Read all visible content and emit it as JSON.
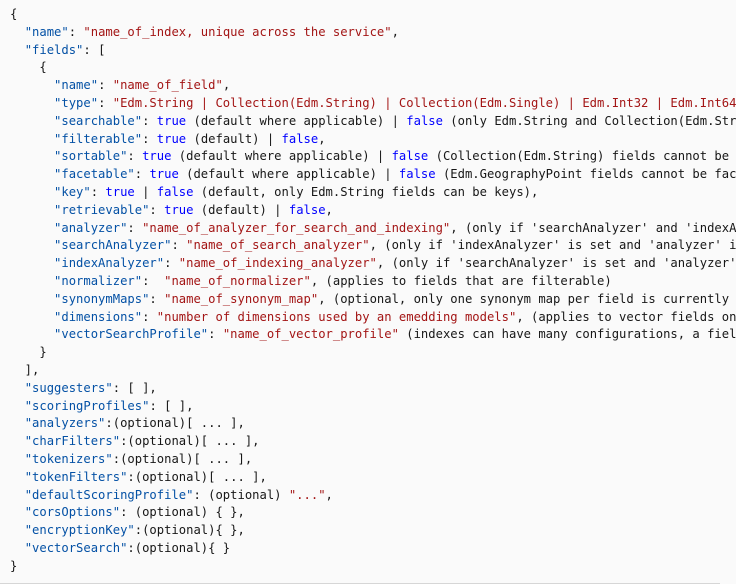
{
  "code": {
    "language": "json",
    "colors": {
      "key": "#0451a5",
      "string": "#a31515",
      "keyword": "#0000ff",
      "plain": "#171717",
      "background": "#fafafa"
    },
    "lines": [
      [
        {
          "t": "p",
          "v": "{"
        }
      ],
      [
        {
          "t": "p",
          "v": "  "
        },
        {
          "t": "k",
          "v": "\"name\""
        },
        {
          "t": "p",
          "v": ": "
        },
        {
          "t": "s",
          "v": "\"name_of_index, unique across the service\""
        },
        {
          "t": "p",
          "v": ","
        }
      ],
      [
        {
          "t": "p",
          "v": "  "
        },
        {
          "t": "k",
          "v": "\"fields\""
        },
        {
          "t": "p",
          "v": ": ["
        }
      ],
      [
        {
          "t": "p",
          "v": "    {"
        }
      ],
      [
        {
          "t": "p",
          "v": "      "
        },
        {
          "t": "k",
          "v": "\"name\""
        },
        {
          "t": "p",
          "v": ": "
        },
        {
          "t": "s",
          "v": "\"name_of_field\""
        },
        {
          "t": "p",
          "v": ","
        }
      ],
      [
        {
          "t": "p",
          "v": "      "
        },
        {
          "t": "k",
          "v": "\"type\""
        },
        {
          "t": "p",
          "v": ": "
        },
        {
          "t": "s",
          "v": "\"Edm.String | Collection(Edm.String) | Collection(Edm.Single) | Edm.Int32 | Edm.Int64"
        }
      ],
      [
        {
          "t": "p",
          "v": "      "
        },
        {
          "t": "k",
          "v": "\"searchable\""
        },
        {
          "t": "p",
          "v": ": "
        },
        {
          "t": "b",
          "v": "true"
        },
        {
          "t": "p",
          "v": " (default where applicable) | "
        },
        {
          "t": "b",
          "v": "false"
        },
        {
          "t": "p",
          "v": " (only Edm.String and Collection(Edm.Str"
        }
      ],
      [
        {
          "t": "p",
          "v": "      "
        },
        {
          "t": "k",
          "v": "\"filterable\""
        },
        {
          "t": "p",
          "v": ": "
        },
        {
          "t": "b",
          "v": "true"
        },
        {
          "t": "p",
          "v": " (default) | "
        },
        {
          "t": "b",
          "v": "false"
        },
        {
          "t": "p",
          "v": ","
        }
      ],
      [
        {
          "t": "p",
          "v": "      "
        },
        {
          "t": "k",
          "v": "\"sortable\""
        },
        {
          "t": "p",
          "v": ": "
        },
        {
          "t": "b",
          "v": "true"
        },
        {
          "t": "p",
          "v": " (default where applicable) | "
        },
        {
          "t": "b",
          "v": "false"
        },
        {
          "t": "p",
          "v": " (Collection(Edm.String) fields cannot be"
        }
      ],
      [
        {
          "t": "p",
          "v": "      "
        },
        {
          "t": "k",
          "v": "\"facetable\""
        },
        {
          "t": "p",
          "v": ": "
        },
        {
          "t": "b",
          "v": "true"
        },
        {
          "t": "p",
          "v": " (default where applicable) | "
        },
        {
          "t": "b",
          "v": "false"
        },
        {
          "t": "p",
          "v": " (Edm.GeographyPoint fields cannot be fac"
        }
      ],
      [
        {
          "t": "p",
          "v": "      "
        },
        {
          "t": "k",
          "v": "\"key\""
        },
        {
          "t": "p",
          "v": ": "
        },
        {
          "t": "b",
          "v": "true"
        },
        {
          "t": "p",
          "v": " | "
        },
        {
          "t": "b",
          "v": "false"
        },
        {
          "t": "p",
          "v": " (default, only Edm.String fields can be keys),"
        }
      ],
      [
        {
          "t": "p",
          "v": "      "
        },
        {
          "t": "k",
          "v": "\"retrievable\""
        },
        {
          "t": "p",
          "v": ": "
        },
        {
          "t": "b",
          "v": "true"
        },
        {
          "t": "p",
          "v": " (default) | "
        },
        {
          "t": "b",
          "v": "false"
        },
        {
          "t": "p",
          "v": ","
        }
      ],
      [
        {
          "t": "p",
          "v": "      "
        },
        {
          "t": "k",
          "v": "\"analyzer\""
        },
        {
          "t": "p",
          "v": ": "
        },
        {
          "t": "s",
          "v": "\"name_of_analyzer_for_search_and_indexing\""
        },
        {
          "t": "p",
          "v": ", (only if 'searchAnalyzer' and 'indexA"
        }
      ],
      [
        {
          "t": "p",
          "v": "      "
        },
        {
          "t": "k",
          "v": "\"searchAnalyzer\""
        },
        {
          "t": "p",
          "v": ": "
        },
        {
          "t": "s",
          "v": "\"name_of_search_analyzer\""
        },
        {
          "t": "p",
          "v": ", (only if 'indexAnalyzer' is set and 'analyzer' i"
        }
      ],
      [
        {
          "t": "p",
          "v": "      "
        },
        {
          "t": "k",
          "v": "\"indexAnalyzer\""
        },
        {
          "t": "p",
          "v": ": "
        },
        {
          "t": "s",
          "v": "\"name_of_indexing_analyzer\""
        },
        {
          "t": "p",
          "v": ", (only if 'searchAnalyzer' is set and 'analyzer'"
        }
      ],
      [
        {
          "t": "p",
          "v": "      "
        },
        {
          "t": "k",
          "v": "\"normalizer\""
        },
        {
          "t": "p",
          "v": ":  "
        },
        {
          "t": "s",
          "v": "\"name_of_normalizer\""
        },
        {
          "t": "p",
          "v": ", (applies to fields that are filterable)"
        }
      ],
      [
        {
          "t": "p",
          "v": "      "
        },
        {
          "t": "k",
          "v": "\"synonymMaps\""
        },
        {
          "t": "p",
          "v": ": "
        },
        {
          "t": "s",
          "v": "\"name_of_synonym_map\""
        },
        {
          "t": "p",
          "v": ", (optional, only one synonym map per field is currently"
        }
      ],
      [
        {
          "t": "p",
          "v": "      "
        },
        {
          "t": "k",
          "v": "\"dimensions\""
        },
        {
          "t": "p",
          "v": ": "
        },
        {
          "t": "s",
          "v": "\"number of dimensions used by an emedding models\""
        },
        {
          "t": "p",
          "v": ", (applies to vector fields on"
        }
      ],
      [
        {
          "t": "p",
          "v": "      "
        },
        {
          "t": "k",
          "v": "\"vectorSearchProfile\""
        },
        {
          "t": "p",
          "v": ": "
        },
        {
          "t": "s",
          "v": "\"name_of_vector_profile\""
        },
        {
          "t": "p",
          "v": " (indexes can have many configurations, a fiel"
        }
      ],
      [
        {
          "t": "p",
          "v": "    }"
        }
      ],
      [
        {
          "t": "p",
          "v": "  ],"
        }
      ],
      [
        {
          "t": "p",
          "v": "  "
        },
        {
          "t": "k",
          "v": "\"suggesters\""
        },
        {
          "t": "p",
          "v": ": [ ],"
        }
      ],
      [
        {
          "t": "p",
          "v": "  "
        },
        {
          "t": "k",
          "v": "\"scoringProfiles\""
        },
        {
          "t": "p",
          "v": ": [ ],"
        }
      ],
      [
        {
          "t": "p",
          "v": "  "
        },
        {
          "t": "k",
          "v": "\"analyzers\""
        },
        {
          "t": "p",
          "v": ":(optional)[ ... ],"
        }
      ],
      [
        {
          "t": "p",
          "v": "  "
        },
        {
          "t": "k",
          "v": "\"charFilters\""
        },
        {
          "t": "p",
          "v": ":(optional)[ ... ],"
        }
      ],
      [
        {
          "t": "p",
          "v": "  "
        },
        {
          "t": "k",
          "v": "\"tokenizers\""
        },
        {
          "t": "p",
          "v": ":(optional)[ ... ],"
        }
      ],
      [
        {
          "t": "p",
          "v": "  "
        },
        {
          "t": "k",
          "v": "\"tokenFilters\""
        },
        {
          "t": "p",
          "v": ":(optional)[ ... ],"
        }
      ],
      [
        {
          "t": "p",
          "v": "  "
        },
        {
          "t": "k",
          "v": "\"defaultScoringProfile\""
        },
        {
          "t": "p",
          "v": ": (optional) "
        },
        {
          "t": "s",
          "v": "\"...\""
        },
        {
          "t": "p",
          "v": ","
        }
      ],
      [
        {
          "t": "p",
          "v": "  "
        },
        {
          "t": "k",
          "v": "\"corsOptions\""
        },
        {
          "t": "p",
          "v": ": (optional) { },"
        }
      ],
      [
        {
          "t": "p",
          "v": "  "
        },
        {
          "t": "k",
          "v": "\"encryptionKey\""
        },
        {
          "t": "p",
          "v": ":(optional){ },"
        }
      ],
      [
        {
          "t": "p",
          "v": "  "
        },
        {
          "t": "k",
          "v": "\"vectorSearch\""
        },
        {
          "t": "p",
          "v": ":(optional){ }"
        }
      ],
      [
        {
          "t": "p",
          "v": "}"
        }
      ]
    ]
  }
}
